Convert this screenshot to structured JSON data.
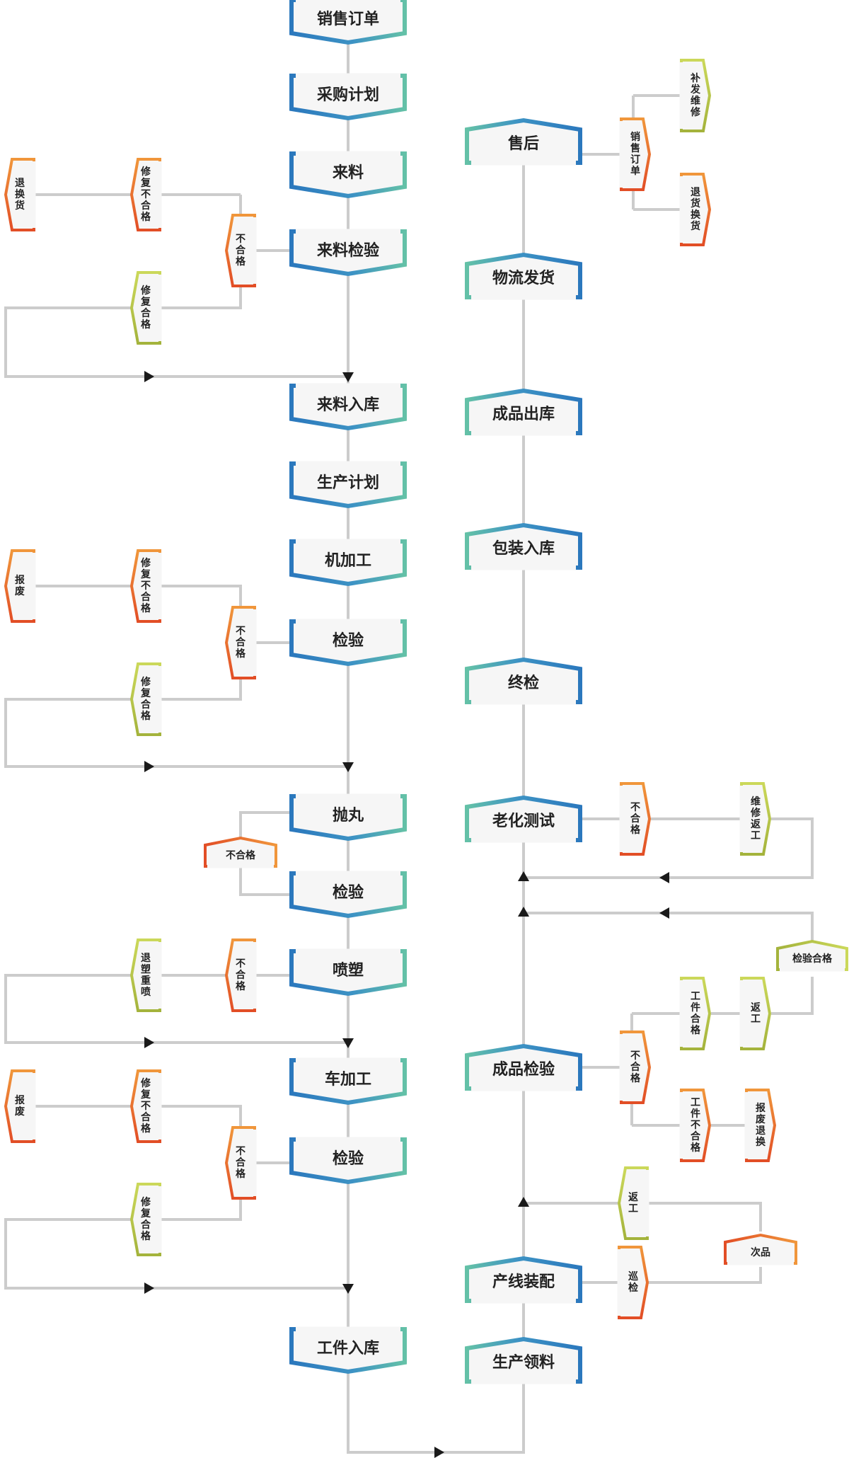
{
  "colors": {
    "blue": "#2b78bd",
    "teal": "#64c1a7",
    "orange": "#f0963b",
    "red": "#e24e26",
    "lime": "#cbd85a",
    "olive": "#a4b33c",
    "connector": "#cccccc",
    "fill": "#f6f6f6"
  },
  "left_flow": {
    "sales_order": "销售订单",
    "purchase_plan": "采购计划",
    "incoming_material": "来料",
    "incoming_inspection": "来料检验",
    "material_warehousing": "来料入库",
    "production_plan": "生产计划",
    "machining": "机加工",
    "inspection_1": "检验",
    "shot_blasting": "抛丸",
    "inspection_2": "检验",
    "spray_coating": "喷塑",
    "lathe_machining": "车加工",
    "inspection_3": "检验",
    "workpiece_warehousing": "工件入库"
  },
  "left_branches": {
    "fail_1": "不合格",
    "repair_fail_1": "修复不合格",
    "return_exchange": "退换货",
    "repair_pass_1": "修复合格",
    "fail_2": "不合格",
    "repair_fail_2": "修复不合格",
    "scrap_1": "报废",
    "repair_pass_2": "修复合格",
    "fail_3": "不合格",
    "fail_4": "不合格",
    "respray": "退塑重喷",
    "fail_5": "不合格",
    "repair_fail_3": "修复不合格",
    "scrap_2": "报废",
    "repair_pass_3": "修复合格"
  },
  "right_flow": {
    "after_sales": "售后",
    "logistics": "物流发货",
    "finished_outbound": "成品出库",
    "packing_warehousing": "包装入库",
    "final_inspection": "终检",
    "aging_test": "老化测试",
    "finished_inspection": "成品检验",
    "line_assembly": "产线装配",
    "material_picking": "生产领料"
  },
  "right_branches": {
    "sales_order_v": "销售订单",
    "resend_repair": "补发维修",
    "return_goods": "退货换货",
    "aging_fail": "不合格",
    "repair_rework": "维修返工",
    "inspection_pass": "检验合格",
    "fi_fail": "不合格",
    "workpiece_pass": "工件合格",
    "rework_1": "返工",
    "workpiece_fail": "工件不合格",
    "scrap_return": "报废退换",
    "patrol": "巡检",
    "rework_2": "返工",
    "defective": "次品"
  }
}
